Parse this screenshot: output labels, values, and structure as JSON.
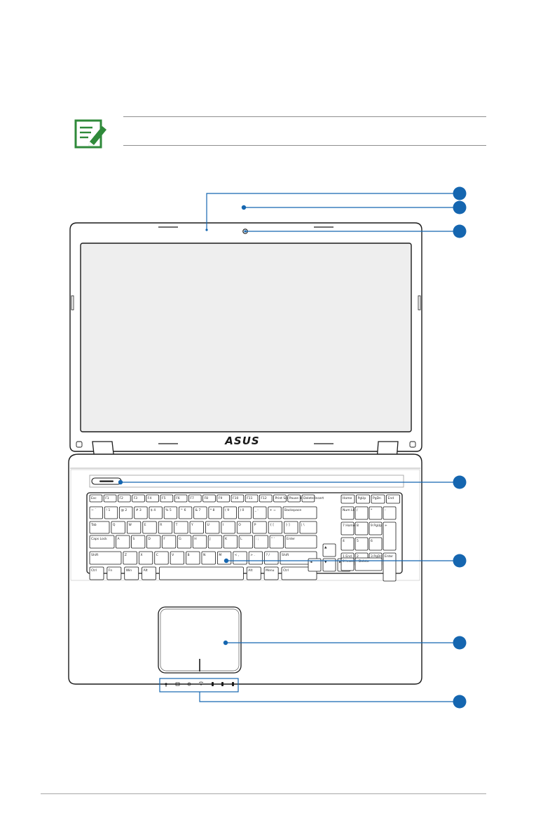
{
  "colors": {
    "callout": "#1566b0",
    "note_icon": "#2f8a3a",
    "outline": "#1a1a1a",
    "screen": "#eeeeee",
    "rule": "#8f8f8f"
  },
  "logo_text": "ASUS",
  "callouts": [
    {
      "id": "microphone"
    },
    {
      "id": "camera"
    },
    {
      "id": "display-panel"
    },
    {
      "id": "power-switch"
    },
    {
      "id": "keyboard"
    },
    {
      "id": "touchpad"
    },
    {
      "id": "status-indicators"
    }
  ],
  "keyboard": {
    "rows": [
      [
        "Esc",
        "F1",
        "F2",
        "F3",
        "F4",
        "F5",
        "F6",
        "F7",
        "F8",
        "F9",
        "F10",
        "F11",
        "F12",
        "Print Scr",
        "Pause Brk",
        "Delete Insert"
      ],
      [
        "~ `",
        "! 1",
        "@ 2",
        "# 3",
        "$ 4",
        "% 5",
        "^ 6",
        "& 7",
        "* 8",
        "( 9",
        ") 0",
        "_ -",
        "+ =",
        "Backspace"
      ],
      [
        "Tab",
        "Q",
        "W",
        "E",
        "R",
        "T",
        "Y",
        "U",
        "I",
        "O",
        "P",
        "{ [",
        "} ]",
        "| \\"
      ],
      [
        "Caps Lock",
        "A",
        "S",
        "D",
        "F",
        "G",
        "H",
        "J",
        "K",
        "L",
        ": ;",
        "\" '",
        "Enter"
      ],
      [
        "Shift",
        "Z",
        "X",
        "C",
        "V",
        "B",
        "N",
        "M",
        "< ,",
        "> .",
        "? /",
        "Shift"
      ],
      [
        "Ctrl",
        "Fn",
        "Win",
        "Alt",
        "",
        "Alt",
        "Menu",
        "Ctrl"
      ]
    ],
    "nav": [
      "Home",
      "PgUp",
      "PgDn",
      "End"
    ],
    "numpad": [
      "Num Lk",
      "/",
      "*",
      "-",
      "7 Home",
      "8",
      "9 PgUp",
      "+",
      "4",
      "5",
      "6",
      "1 End",
      "2",
      "3 PgDn",
      "Enter",
      "0 Insert",
      ". Delete"
    ]
  }
}
